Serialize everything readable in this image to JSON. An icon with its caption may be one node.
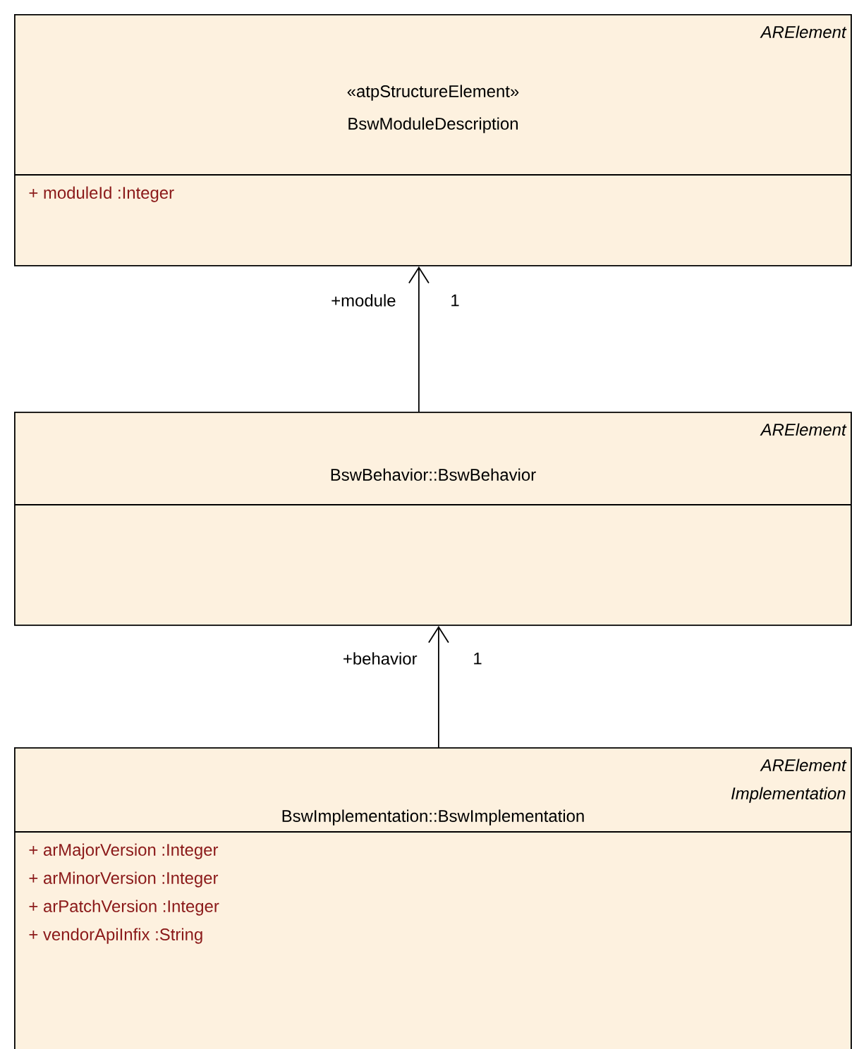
{
  "diagram": {
    "nodes": [
      {
        "text": [
          "ARElement",
          "«atpStructureElement»",
          "BswModuleDescription",
          "+ moduleId :Integer"
        ]
      },
      {
        "text": [
          "ARElement",
          "BswBehavior::BswBehavior"
        ]
      },
      {
        "text": [
          "ARElement",
          "Implementation",
          "BswImplementation::BswImplementation",
          "+ arMajorVersion :Integer",
          "+ arMinorVersion :Integer",
          "+ arPatchVersion :Integer",
          "+ vendorApiInfix :String"
        ]
      }
    ],
    "edges": [
      {
        "from": 1,
        "to": 0,
        "arrow": "to",
        "label": "+module"
      },
      {
        "from": 2,
        "to": 1,
        "arrow": "to",
        "label": "+behavior"
      }
    ],
    "labels": [
      "1",
      "1"
    ]
  }
}
